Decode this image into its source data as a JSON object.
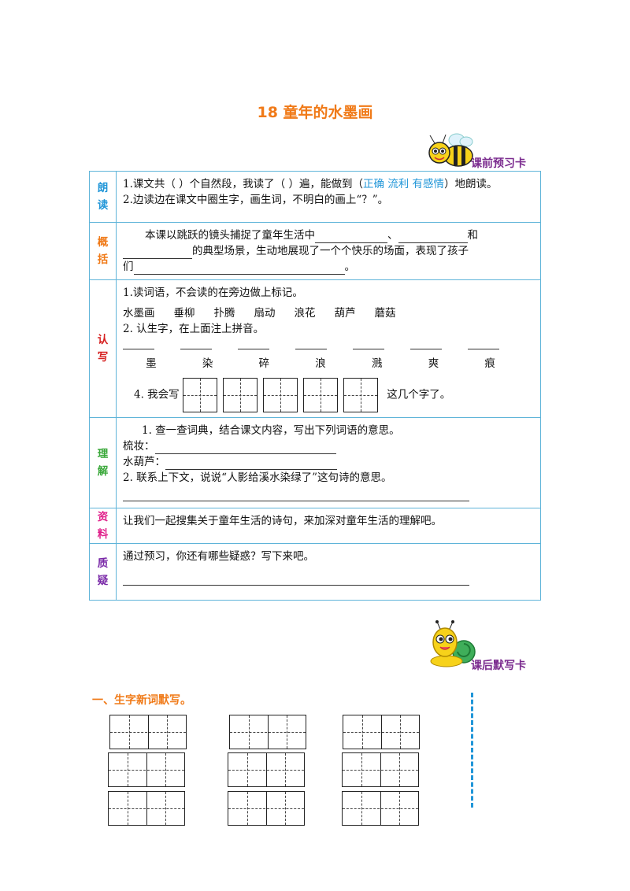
{
  "title": "18  童年的水墨画",
  "badges": {
    "pre": "课前预习卡",
    "post": "课后默写卡"
  },
  "preview": {
    "langdu": {
      "label": [
        "朗",
        "读"
      ],
      "line1_a": "1.课文共（    ）个自然段，我读了（    ）遍，能做到（",
      "line1_b": "正确 流利 有感情",
      "line1_c": "）地朗读。",
      "line2": "2.边读边在课文中圈生字，画生词，不明白的画上“？”。"
    },
    "gaikuo": {
      "label": [
        "概",
        "括"
      ],
      "text1": "本课以跳跃的镜头捕捉了童年生活中",
      "sep1": "、",
      "sep2": "和",
      "text2": "的典型场景，生动地展现了一个个快乐的场面，表现了孩子",
      "text3": "们",
      "end": "。"
    },
    "renxie": {
      "label": [
        "认",
        "写"
      ],
      "item1": "1.读词语，不会读的在旁边做上标记。",
      "words": [
        "水墨画",
        "垂柳",
        "扑腾",
        "扇动",
        "浪花",
        "葫芦",
        "蘑菇"
      ],
      "item2": "2. 认生字，在上面注上拼音。",
      "chars": [
        "墨",
        "染",
        "碎",
        "浪",
        "溅",
        "爽",
        "痕"
      ],
      "item4_a": "4. 我会写",
      "item4_b": "这几个字了。"
    },
    "lijie": {
      "label": [
        "理",
        "解"
      ],
      "item1": "1. 查一查词典，结合课文内容，写出下列词语的意思。",
      "term1": "梳妆：",
      "term2": "水葫芦：",
      "item2": "2. 联系上下文，说说“人影给溪水染绿了”这句诗的意思。"
    },
    "ziliao": {
      "label": [
        "资",
        "料"
      ],
      "text": "让我们一起搜集关于童年生活的诗句，来加深对童年生活的理解吧。"
    },
    "zhiyi": {
      "label": [
        "质",
        "疑"
      ],
      "text": "通过预习，你还有哪些疑惑？写下来吧。"
    }
  },
  "section1": "一、生字新词默写。",
  "colors": {
    "title": "#f07a18",
    "border": "#5fb4d9",
    "badge": "#7a2a8e"
  }
}
